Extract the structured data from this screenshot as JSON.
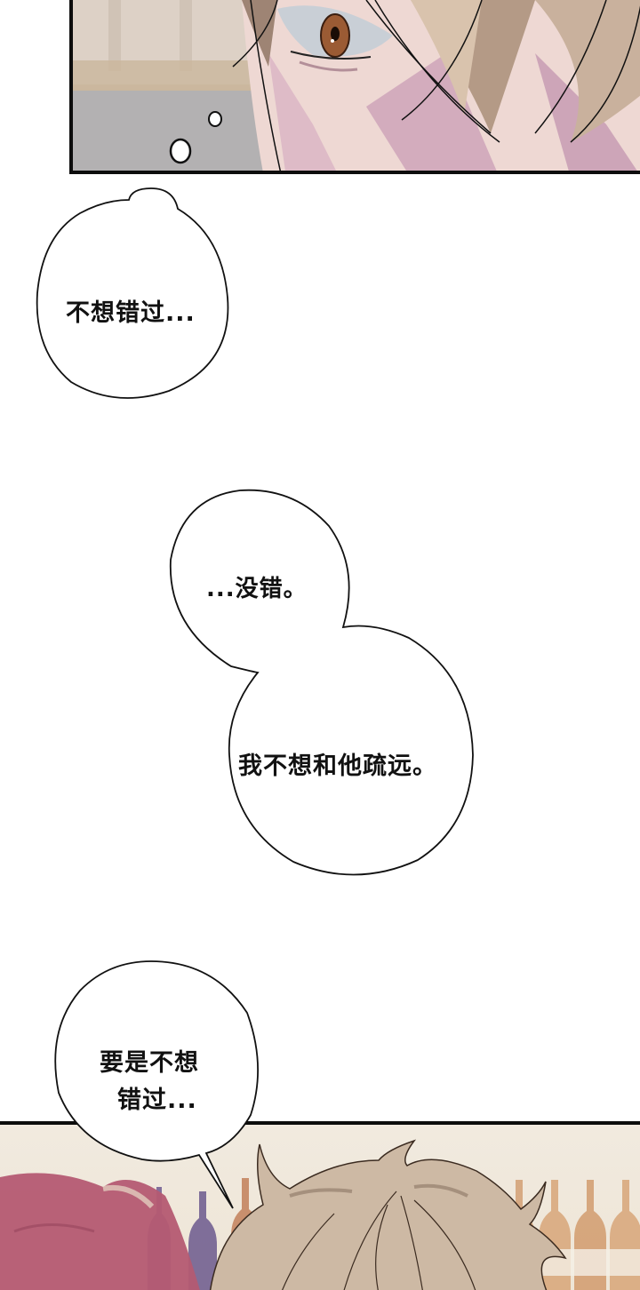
{
  "page": {
    "type": "webtoon-comic-strip",
    "background": "#ffffff"
  },
  "panels": [
    {
      "id": "top-panel",
      "description": "close-up of a character's brown eye with light brown hair and pink-violet shading, blurred beige interior background",
      "colors": {
        "skin": "#ecd5d0",
        "shadow": "#b98aa9",
        "hair": "#a88e7c",
        "iris": "#9b5b34",
        "background": "#d8cabd",
        "floor": "#aeadaf"
      }
    },
    {
      "id": "bottom-panel",
      "description": "top of a light-haired character's head in a bar with blurred wine bottles; blurred pink-haired figure at left",
      "colors": {
        "hair": "#cdb9a4",
        "wall": "#f1eadf",
        "bottle_orange": "#c98b5d",
        "bottle_purple": "#6c5a8e",
        "pink_figure": "#b45a72"
      }
    }
  ],
  "bubbles": [
    {
      "id": "bubble-1",
      "lines": [
        "不想错过..."
      ]
    },
    {
      "id": "bubble-2a",
      "lines": [
        "...没错。"
      ]
    },
    {
      "id": "bubble-2b",
      "lines": [
        "我不想和他疏远。"
      ]
    },
    {
      "id": "bubble-3",
      "lines": [
        "要是不想",
        "错过..."
      ]
    }
  ]
}
